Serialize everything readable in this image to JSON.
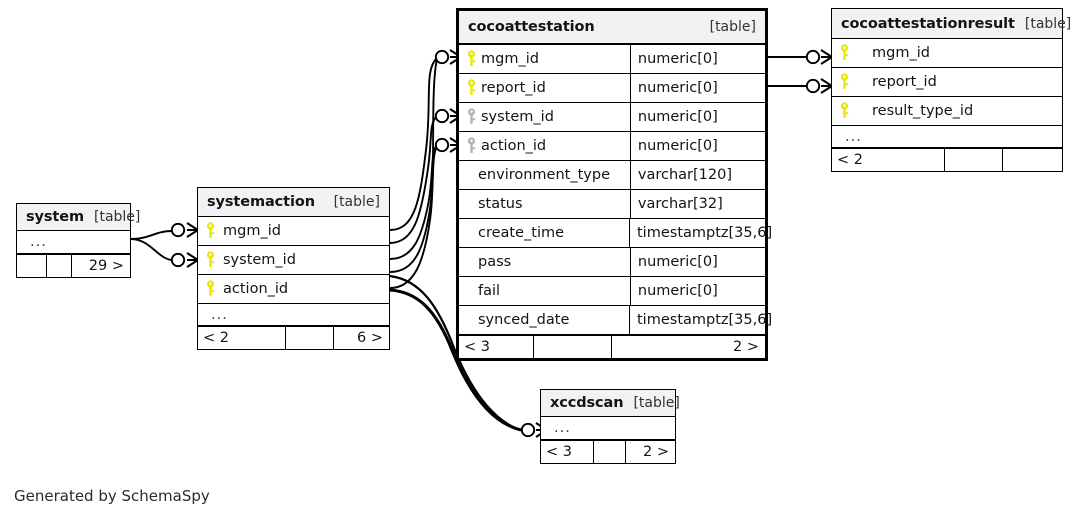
{
  "diagram": {
    "caption": "Generated by SchemaSpy",
    "table_tag": "[table]",
    "ellipsis": "...",
    "key_icon_name": "primary-key-icon"
  },
  "tables": {
    "cocoattestation": {
      "name": "cocoattestation",
      "tag": "[table]",
      "columns": [
        {
          "name": "mgm_id",
          "type": "numeric[0]",
          "key": "primary"
        },
        {
          "name": "report_id",
          "type": "numeric[0]",
          "key": "primary"
        },
        {
          "name": "system_id",
          "type": "numeric[0]",
          "key": "foreign"
        },
        {
          "name": "action_id",
          "type": "numeric[0]",
          "key": "foreign"
        },
        {
          "name": "environment_type",
          "type": "varchar[120]",
          "key": "none"
        },
        {
          "name": "status",
          "type": "varchar[32]",
          "key": "none"
        },
        {
          "name": "create_time",
          "type": "timestamptz[35,6]",
          "key": "none"
        },
        {
          "name": "pass",
          "type": "numeric[0]",
          "key": "none"
        },
        {
          "name": "fail",
          "type": "numeric[0]",
          "key": "none"
        },
        {
          "name": "synced_date",
          "type": "timestamptz[35,6]",
          "key": "none"
        }
      ],
      "footer": {
        "left": "< 3",
        "middle": "",
        "right": "2 >"
      }
    },
    "cocoattestationresult": {
      "name": "cocoattestationresult",
      "tag": "[table]",
      "columns": [
        {
          "name": "mgm_id",
          "key": "primary"
        },
        {
          "name": "report_id",
          "key": "primary"
        },
        {
          "name": "result_type_id",
          "key": "primary"
        }
      ],
      "more": "...",
      "footer": {
        "left": "< 2",
        "middle": "",
        "right": ""
      }
    },
    "systemaction": {
      "name": "systemaction",
      "tag": "[table]",
      "columns": [
        {
          "name": "mgm_id",
          "key": "primary"
        },
        {
          "name": "system_id",
          "key": "primary"
        },
        {
          "name": "action_id",
          "key": "primary"
        }
      ],
      "more": "...",
      "footer": {
        "left": "< 2",
        "middle": "",
        "right": "6 >"
      }
    },
    "system": {
      "name": "system",
      "tag": "[table]",
      "more": "...",
      "footer": {
        "left": "",
        "middle": "",
        "right": "29 >"
      }
    },
    "xccdscan": {
      "name": "xccdscan",
      "tag": "[table]",
      "more": "...",
      "footer": {
        "left": "< 3",
        "middle": "",
        "right": "2 >"
      }
    }
  },
  "colors": {
    "key_primary": "#e8e800",
    "key_foreign": "#b3b3b3",
    "header_bg": "#f2f2f2",
    "border": "#000000",
    "text": "#141414",
    "caption": "#2b2b2b"
  }
}
